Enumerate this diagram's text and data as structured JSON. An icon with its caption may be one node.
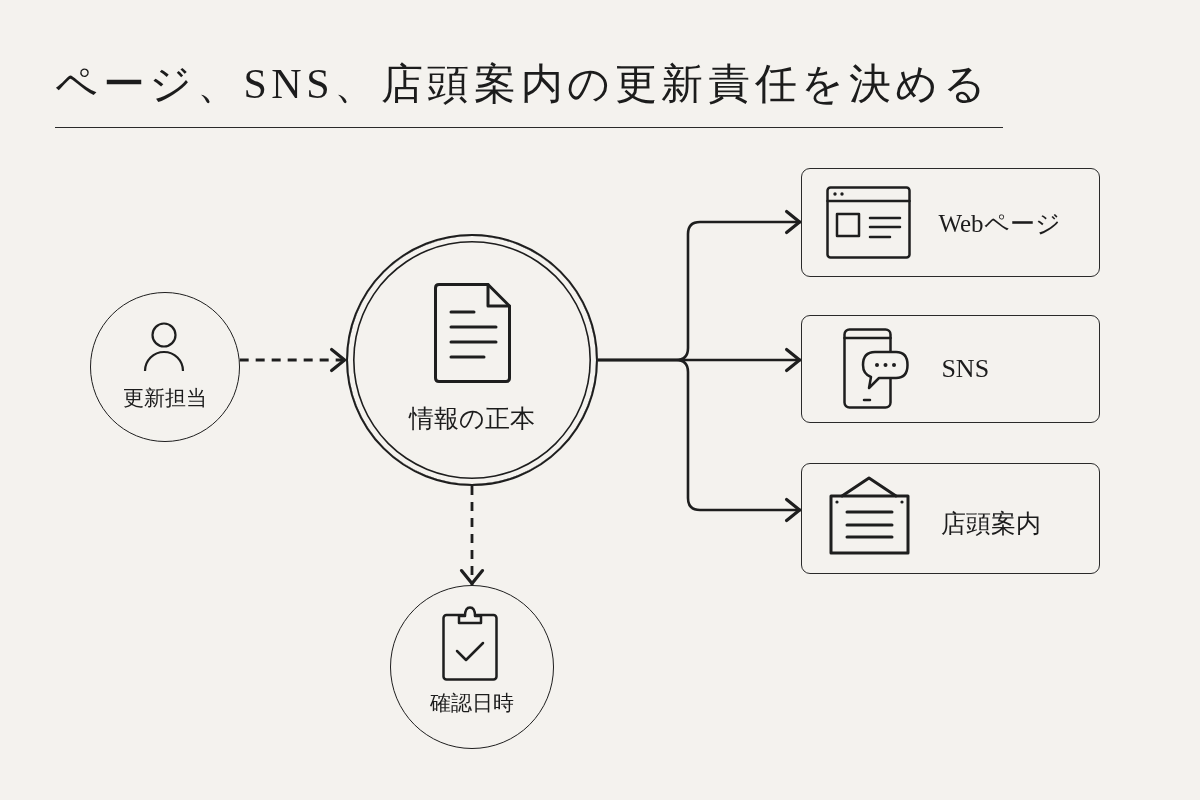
{
  "diagram": {
    "title": "ページ、SNS、店頭案内の更新責任を決める",
    "nodes": [
      {
        "text": [
          "更新担当"
        ]
      },
      {
        "text": [
          "情報の正本"
        ]
      },
      {
        "text": [
          "Webページ"
        ]
      },
      {
        "text": [
          "SNS"
        ]
      },
      {
        "text": [
          "店頭案内"
        ]
      },
      {
        "text": [
          "確認日時"
        ]
      }
    ],
    "edges": [
      {
        "from": 0,
        "to": 1,
        "arrow": "to",
        "style": "dashed"
      },
      {
        "from": 1,
        "to": 2,
        "arrow": "to"
      },
      {
        "from": 1,
        "to": 3,
        "arrow": "to"
      },
      {
        "from": 1,
        "to": 4,
        "arrow": "to"
      },
      {
        "from": 1,
        "to": 5,
        "arrow": "to",
        "style": "dashed"
      }
    ]
  }
}
